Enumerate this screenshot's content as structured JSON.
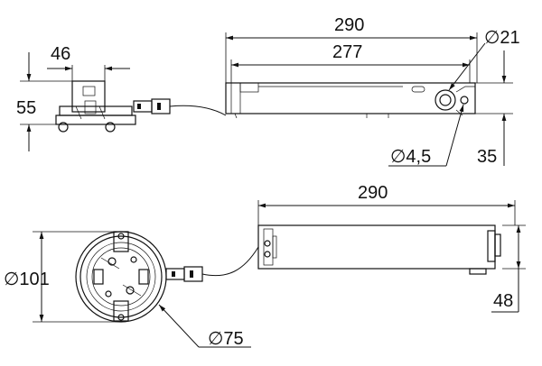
{
  "top_view": {
    "dim_width_small": "46",
    "dim_height_small": "55",
    "dim_length_total": "290",
    "dim_length_inner": "277",
    "dim_diameter_21": "21",
    "dim_diameter_4_5": "4,5",
    "dim_height_driver": "35"
  },
  "bottom_view": {
    "dim_length_total": "290",
    "dim_diameter_101": "101",
    "dim_diameter_75": "75",
    "dim_height_driver": "48"
  },
  "symbols": {
    "diameter": "∅"
  }
}
